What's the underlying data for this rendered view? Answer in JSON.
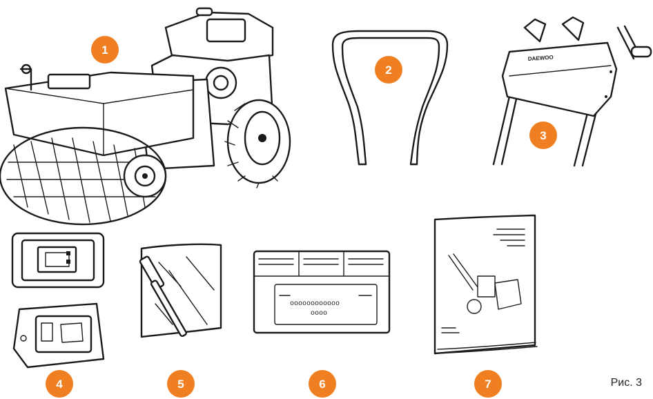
{
  "figure_caption": "Рис. 3",
  "brand_label": "DAEWOO",
  "badge_color": "#F07F22",
  "items": [
    {
      "number": "1",
      "icon": "sweeper-machine-icon"
    },
    {
      "number": "2",
      "icon": "handle-bar-icon"
    },
    {
      "number": "3",
      "icon": "control-panel-handles-icon"
    },
    {
      "number": "4",
      "icon": "battery-and-charger-icon"
    },
    {
      "number": "5",
      "icon": "tools-bag-icon"
    },
    {
      "number": "6",
      "icon": "label-sheet-icon"
    },
    {
      "number": "7",
      "icon": "manual-booklet-icon"
    }
  ]
}
